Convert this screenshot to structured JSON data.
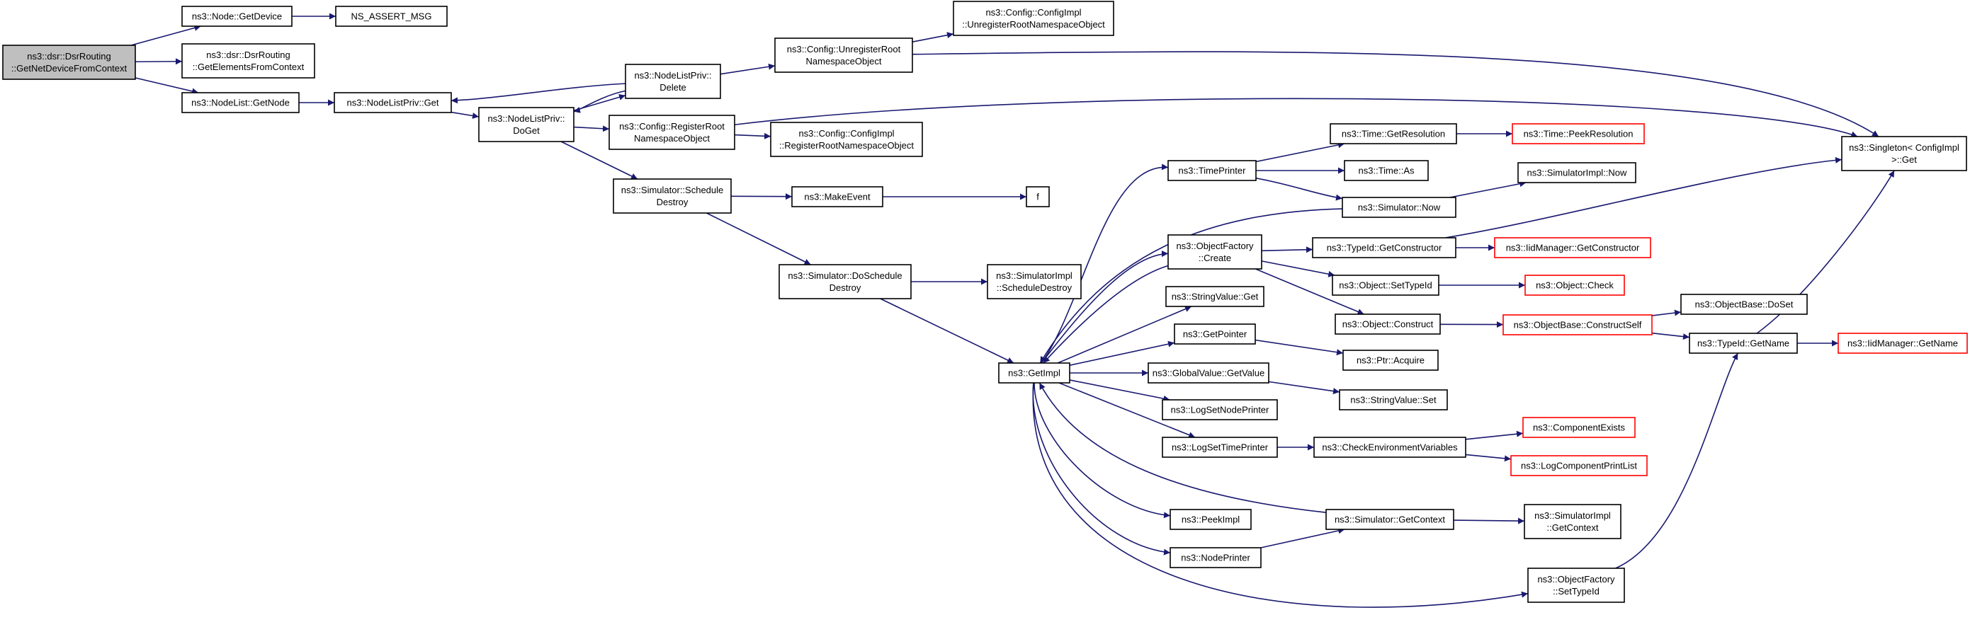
{
  "diagram": {
    "type": "call-graph",
    "colors": {
      "edge": "#191970",
      "box_border": "#000000",
      "box_fill": "#ffffff",
      "root_fill": "#bfbfbf",
      "undocumented_border": "#ff0000"
    },
    "nodes": [
      {
        "id": "root",
        "lines": [
          "ns3::dsr::DsrRouting",
          "::GetNetDeviceFromContext"
        ],
        "style": "root"
      },
      {
        "id": "node_getdevice",
        "lines": [
          "ns3::Node::GetDevice"
        ],
        "style": "normal"
      },
      {
        "id": "ns_assert_msg",
        "lines": [
          "NS_ASSERT_MSG"
        ],
        "style": "normal"
      },
      {
        "id": "getelementsfromcontext",
        "lines": [
          "ns3::dsr::DsrRouting",
          "::GetElementsFromContext"
        ],
        "style": "normal"
      },
      {
        "id": "nodelist_getnode",
        "lines": [
          "ns3::NodeList::GetNode"
        ],
        "style": "normal"
      },
      {
        "id": "nodelistpriv_get",
        "lines": [
          "ns3::NodeListPriv::Get"
        ],
        "style": "normal"
      },
      {
        "id": "nodelistpriv_doget",
        "lines": [
          "ns3::NodeListPriv::",
          "DoGet"
        ],
        "style": "normal"
      },
      {
        "id": "nodelistpriv_delete",
        "lines": [
          "ns3::NodeListPriv::",
          "Delete"
        ],
        "style": "normal"
      },
      {
        "id": "config_unregisterroot",
        "lines": [
          "ns3::Config::UnregisterRoot",
          "NamespaceObject"
        ],
        "style": "normal"
      },
      {
        "id": "configimpl_unregisterroot",
        "lines": [
          "ns3::Config::ConfigImpl",
          "::UnregisterRootNamespaceObject"
        ],
        "style": "normal"
      },
      {
        "id": "config_registerroot",
        "lines": [
          "ns3::Config::RegisterRoot",
          "NamespaceObject"
        ],
        "style": "normal"
      },
      {
        "id": "configimpl_registerroot",
        "lines": [
          "ns3::Config::ConfigImpl",
          "::RegisterRootNamespaceObject"
        ],
        "style": "normal"
      },
      {
        "id": "singleton_get",
        "lines": [
          "ns3::Singleton< ConfigImpl",
          " >::Get"
        ],
        "style": "normal"
      },
      {
        "id": "simulator_scheduledestroy",
        "lines": [
          "ns3::Simulator::Schedule",
          "Destroy"
        ],
        "style": "normal"
      },
      {
        "id": "makeevent",
        "lines": [
          "ns3::MakeEvent"
        ],
        "style": "normal"
      },
      {
        "id": "f",
        "lines": [
          "f"
        ],
        "style": "normal"
      },
      {
        "id": "simulator_doscheduledestroy",
        "lines": [
          "ns3::Simulator::DoSchedule",
          "Destroy"
        ],
        "style": "normal"
      },
      {
        "id": "simulatorimpl_scheduledestroy",
        "lines": [
          "ns3::SimulatorImpl",
          "::ScheduleDestroy"
        ],
        "style": "normal"
      },
      {
        "id": "getimpl",
        "lines": [
          "ns3::GetImpl"
        ],
        "style": "normal"
      },
      {
        "id": "timeprinter",
        "lines": [
          "ns3::TimePrinter"
        ],
        "style": "normal"
      },
      {
        "id": "time_getresolution",
        "lines": [
          "ns3::Time::GetResolution"
        ],
        "style": "normal"
      },
      {
        "id": "time_peekresolution",
        "lines": [
          "ns3::Time::PeekResolution"
        ],
        "style": "red"
      },
      {
        "id": "time_as",
        "lines": [
          "ns3::Time::As"
        ],
        "style": "normal"
      },
      {
        "id": "simulator_now",
        "lines": [
          "ns3::Simulator::Now"
        ],
        "style": "normal"
      },
      {
        "id": "simulatorimpl_now",
        "lines": [
          "ns3::SimulatorImpl::Now"
        ],
        "style": "normal"
      },
      {
        "id": "objectfactory_create",
        "lines": [
          "ns3::ObjectFactory",
          "::Create"
        ],
        "style": "normal"
      },
      {
        "id": "typeid_getconstructor",
        "lines": [
          "ns3::TypeId::GetConstructor"
        ],
        "style": "normal"
      },
      {
        "id": "iidmanager_getconstructor",
        "lines": [
          "ns3::IidManager::GetConstructor"
        ],
        "style": "red"
      },
      {
        "id": "object_settypeid",
        "lines": [
          "ns3::Object::SetTypeId"
        ],
        "style": "normal"
      },
      {
        "id": "object_check",
        "lines": [
          "ns3::Object::Check"
        ],
        "style": "red"
      },
      {
        "id": "object_construct",
        "lines": [
          "ns3::Object::Construct"
        ],
        "style": "normal"
      },
      {
        "id": "objectbase_constructself",
        "lines": [
          "ns3::ObjectBase::ConstructSelf"
        ],
        "style": "red"
      },
      {
        "id": "objectbase_doset",
        "lines": [
          "ns3::ObjectBase::DoSet"
        ],
        "style": "normal"
      },
      {
        "id": "typeid_getname",
        "lines": [
          "ns3::TypeId::GetName"
        ],
        "style": "normal"
      },
      {
        "id": "iidmanager_getname",
        "lines": [
          "ns3::IidManager::GetName"
        ],
        "style": "red"
      },
      {
        "id": "stringvalue_get",
        "lines": [
          "ns3::StringValue::Get"
        ],
        "style": "normal"
      },
      {
        "id": "getpointer",
        "lines": [
          "ns3::GetPointer"
        ],
        "style": "normal"
      },
      {
        "id": "ptr_acquire",
        "lines": [
          "ns3::Ptr::Acquire"
        ],
        "style": "normal"
      },
      {
        "id": "globalvalue_getvalue",
        "lines": [
          "ns3::GlobalValue::GetValue"
        ],
        "style": "normal"
      },
      {
        "id": "stringvalue_set",
        "lines": [
          "ns3::StringValue::Set"
        ],
        "style": "normal"
      },
      {
        "id": "logsetnodeprinter",
        "lines": [
          "ns3::LogSetNodePrinter"
        ],
        "style": "normal"
      },
      {
        "id": "logsettimeprinter",
        "lines": [
          "ns3::LogSetTimePrinter"
        ],
        "style": "normal"
      },
      {
        "id": "checkenvvars",
        "lines": [
          "ns3::CheckEnvironmentVariables"
        ],
        "style": "normal"
      },
      {
        "id": "componentexists",
        "lines": [
          "ns3::ComponentExists"
        ],
        "style": "red"
      },
      {
        "id": "logcomponentprintlist",
        "lines": [
          "ns3::LogComponentPrintList"
        ],
        "style": "red"
      },
      {
        "id": "peekimpl",
        "lines": [
          "ns3::PeekImpl"
        ],
        "style": "normal"
      },
      {
        "id": "simulator_getcontext",
        "lines": [
          "ns3::Simulator::GetContext"
        ],
        "style": "normal"
      },
      {
        "id": "simulatorimpl_getcontext",
        "lines": [
          "ns3::SimulatorImpl",
          "::GetContext"
        ],
        "style": "normal"
      },
      {
        "id": "nodeprinter",
        "lines": [
          "ns3::NodePrinter"
        ],
        "style": "normal"
      },
      {
        "id": "objectfactory_settypeid",
        "lines": [
          "ns3::ObjectFactory",
          "::SetTypeId"
        ],
        "style": "normal"
      }
    ],
    "edges": [
      {
        "from": "root",
        "to": "node_getdevice"
      },
      {
        "from": "root",
        "to": "getelementsfromcontext"
      },
      {
        "from": "root",
        "to": "nodelist_getnode"
      },
      {
        "from": "node_getdevice",
        "to": "ns_assert_msg"
      },
      {
        "from": "nodelist_getnode",
        "to": "nodelistpriv_get"
      },
      {
        "from": "nodelistpriv_get",
        "to": "nodelistpriv_doget"
      },
      {
        "from": "nodelistpriv_doget",
        "to": "nodelistpriv_delete"
      },
      {
        "from": "nodelistpriv_doget",
        "to": "config_registerroot"
      },
      {
        "from": "nodelistpriv_doget",
        "to": "simulator_scheduledestroy"
      },
      {
        "from": "nodelistpriv_delete",
        "to": "nodelistpriv_get"
      },
      {
        "from": "nodelistpriv_delete",
        "to": "nodelistpriv_doget"
      },
      {
        "from": "nodelistpriv_delete",
        "to": "config_unregisterroot"
      },
      {
        "from": "config_unregisterroot",
        "to": "configimpl_unregisterroot"
      },
      {
        "from": "config_unregisterroot",
        "to": "singleton_get"
      },
      {
        "from": "config_registerroot",
        "to": "configimpl_registerroot"
      },
      {
        "from": "config_registerroot",
        "to": "singleton_get"
      },
      {
        "from": "simulator_scheduledestroy",
        "to": "makeevent"
      },
      {
        "from": "simulator_scheduledestroy",
        "to": "simulator_doscheduledestroy"
      },
      {
        "from": "makeevent",
        "to": "f"
      },
      {
        "from": "simulator_doscheduledestroy",
        "to": "simulatorimpl_scheduledestroy"
      },
      {
        "from": "simulator_doscheduledestroy",
        "to": "getimpl"
      },
      {
        "from": "getimpl",
        "to": "timeprinter"
      },
      {
        "from": "getimpl",
        "to": "objectfactory_create"
      },
      {
        "from": "getimpl",
        "to": "stringvalue_get"
      },
      {
        "from": "getimpl",
        "to": "getpointer"
      },
      {
        "from": "getimpl",
        "to": "globalvalue_getvalue"
      },
      {
        "from": "getimpl",
        "to": "logsetnodeprinter"
      },
      {
        "from": "getimpl",
        "to": "logsettimeprinter"
      },
      {
        "from": "getimpl",
        "to": "peekimpl"
      },
      {
        "from": "getimpl",
        "to": "nodeprinter"
      },
      {
        "from": "getimpl",
        "to": "objectfactory_settypeid"
      },
      {
        "from": "timeprinter",
        "to": "time_getresolution"
      },
      {
        "from": "timeprinter",
        "to": "time_as"
      },
      {
        "from": "timeprinter",
        "to": "simulator_now"
      },
      {
        "from": "time_getresolution",
        "to": "time_peekresolution"
      },
      {
        "from": "simulator_now",
        "to": "simulatorimpl_now"
      },
      {
        "from": "simulator_now",
        "to": "getimpl"
      },
      {
        "from": "objectfactory_create",
        "to": "typeid_getconstructor"
      },
      {
        "from": "objectfactory_create",
        "to": "object_settypeid"
      },
      {
        "from": "objectfactory_create",
        "to": "object_construct"
      },
      {
        "from": "objectfactory_create",
        "to": "getimpl"
      },
      {
        "from": "typeid_getconstructor",
        "to": "iidmanager_getconstructor"
      },
      {
        "from": "typeid_getconstructor",
        "to": "singleton_get"
      },
      {
        "from": "object_settypeid",
        "to": "object_check"
      },
      {
        "from": "object_construct",
        "to": "objectbase_constructself"
      },
      {
        "from": "objectbase_constructself",
        "to": "objectbase_doset"
      },
      {
        "from": "objectbase_constructself",
        "to": "typeid_getname"
      },
      {
        "from": "typeid_getname",
        "to": "iidmanager_getname"
      },
      {
        "from": "typeid_getname",
        "to": "singleton_get"
      },
      {
        "from": "getpointer",
        "to": "ptr_acquire"
      },
      {
        "from": "globalvalue_getvalue",
        "to": "stringvalue_set"
      },
      {
        "from": "logsettimeprinter",
        "to": "checkenvvars"
      },
      {
        "from": "checkenvvars",
        "to": "componentexists"
      },
      {
        "from": "checkenvvars",
        "to": "logcomponentprintlist"
      },
      {
        "from": "simulator_getcontext",
        "to": "simulatorimpl_getcontext"
      },
      {
        "from": "simulator_getcontext",
        "to": "getimpl"
      },
      {
        "from": "nodeprinter",
        "to": "simulator_getcontext"
      },
      {
        "from": "objectfactory_settypeid",
        "to": "typeid_getname"
      }
    ]
  }
}
